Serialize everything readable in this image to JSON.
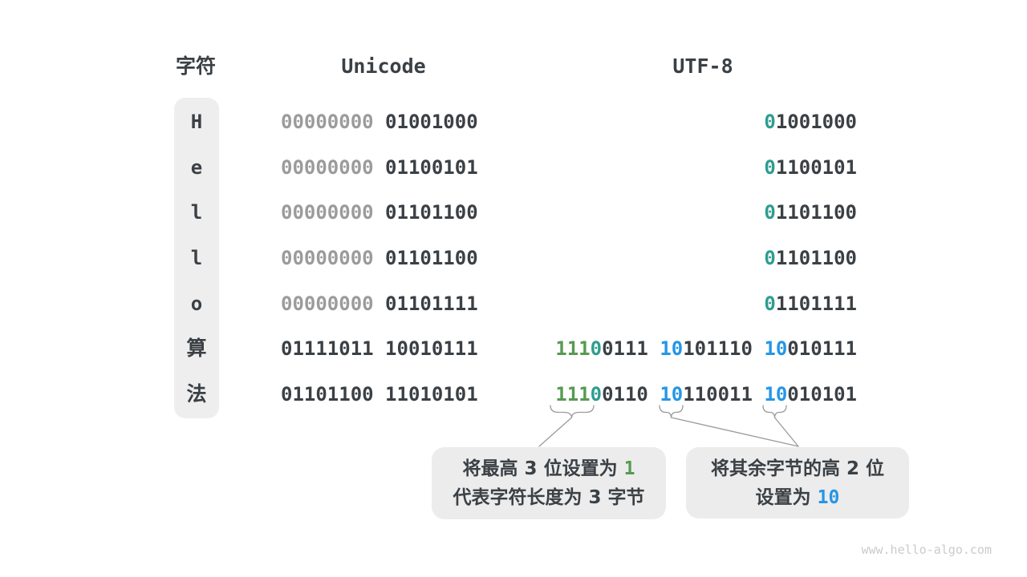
{
  "palette": {
    "dark": "#3b4045",
    "gray": "#9b9b9b",
    "teal": "#2e9d8f",
    "green": "#579a52",
    "blue": "#2596e6",
    "box_bg": "#eeeeee",
    "callout_bg": "#ececec",
    "line": "#9a9a9a",
    "watermark": "#cbcbcb"
  },
  "header": {
    "char": "字符",
    "unicode": "Unicode",
    "utf8": "UTF-8"
  },
  "rows": [
    {
      "char": "H",
      "unicode": [
        {
          "t": "00000000",
          "c": "gray"
        },
        {
          "t": " 01001000",
          "c": "dark"
        }
      ],
      "utf8": [
        {
          "t": "0",
          "c": "teal"
        },
        {
          "t": "1001000",
          "c": "dark"
        }
      ]
    },
    {
      "char": "e",
      "unicode": [
        {
          "t": "00000000",
          "c": "gray"
        },
        {
          "t": " 01100101",
          "c": "dark"
        }
      ],
      "utf8": [
        {
          "t": "0",
          "c": "teal"
        },
        {
          "t": "1100101",
          "c": "dark"
        }
      ]
    },
    {
      "char": "l",
      "unicode": [
        {
          "t": "00000000",
          "c": "gray"
        },
        {
          "t": " 01101100",
          "c": "dark"
        }
      ],
      "utf8": [
        {
          "t": "0",
          "c": "teal"
        },
        {
          "t": "1101100",
          "c": "dark"
        }
      ]
    },
    {
      "char": "l",
      "unicode": [
        {
          "t": "00000000",
          "c": "gray"
        },
        {
          "t": " 01101100",
          "c": "dark"
        }
      ],
      "utf8": [
        {
          "t": "0",
          "c": "teal"
        },
        {
          "t": "1101100",
          "c": "dark"
        }
      ]
    },
    {
      "char": "o",
      "unicode": [
        {
          "t": "00000000",
          "c": "gray"
        },
        {
          "t": " 01101111",
          "c": "dark"
        }
      ],
      "utf8": [
        {
          "t": "0",
          "c": "teal"
        },
        {
          "t": "1101111",
          "c": "dark"
        }
      ]
    },
    {
      "char": "算",
      "unicode": [
        {
          "t": "01111011 10010111",
          "c": "dark"
        }
      ],
      "utf8": [
        {
          "t": "111",
          "c": "green"
        },
        {
          "t": "0",
          "c": "teal"
        },
        {
          "t": "0111 ",
          "c": "dark"
        },
        {
          "t": "10",
          "c": "blue"
        },
        {
          "t": "101110 ",
          "c": "dark"
        },
        {
          "t": "10",
          "c": "blue"
        },
        {
          "t": "010111",
          "c": "dark"
        }
      ]
    },
    {
      "char": "法",
      "unicode": [
        {
          "t": "01101100 11010101",
          "c": "dark"
        }
      ],
      "utf8": [
        {
          "t": "111",
          "c": "green"
        },
        {
          "t": "0",
          "c": "teal"
        },
        {
          "t": "0110 ",
          "c": "dark"
        },
        {
          "t": "10",
          "c": "blue"
        },
        {
          "t": "110011 ",
          "c": "dark"
        },
        {
          "t": "10",
          "c": "blue"
        },
        {
          "t": "010101",
          "c": "dark"
        }
      ]
    }
  ],
  "callout_left": {
    "line1_text": "将最高 3 位设置为 ",
    "line1_num": "1",
    "line2": "代表字符长度为 3 字节"
  },
  "callout_right": {
    "line1": "将其余字节的高 2 位",
    "line2_text": "设置为 ",
    "line2_num": "10"
  },
  "footer": {
    "watermark": "www.hello-algo.com"
  }
}
